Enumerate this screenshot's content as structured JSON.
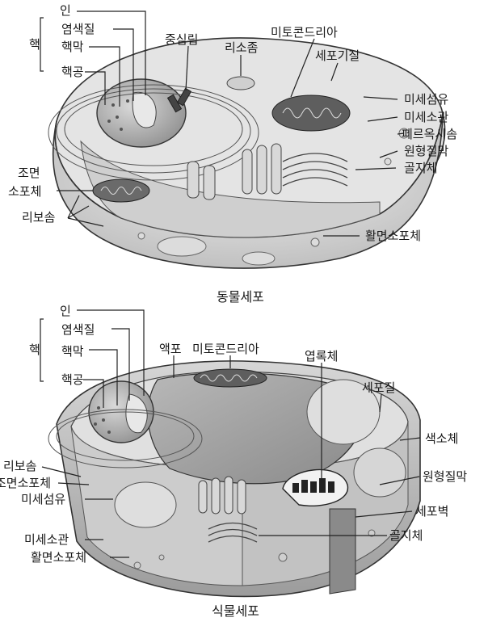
{
  "animal_cell": {
    "caption": "동물세포",
    "nucleus_group": "핵",
    "labels": {
      "nucleolus": "인",
      "chromatin": "염색질",
      "nuclear_envelope": "핵막",
      "nuclear_pore": "핵공",
      "centrosome": "중심립",
      "lysosome": "리소좀",
      "mitochondria": "미토콘드리아",
      "cytoplasmic_matrix": "세포기질",
      "microfilament": "미세섬유",
      "microtubule": "미세소관",
      "peroxisome": "페르옥시솜",
      "plasma_membrane": "원형질막",
      "golgi": "골지체",
      "rough_er_1": "조면",
      "rough_er_2": "소포체",
      "ribosome": "리보솜",
      "smooth_er": "활면소포체"
    }
  },
  "plant_cell": {
    "caption": "식물세포",
    "nucleus_group": "핵",
    "labels": {
      "nucleolus": "인",
      "chromatin": "염색질",
      "nuclear_envelope": "핵막",
      "nuclear_pore": "핵공",
      "vacuole": "액포",
      "mitochondria": "미토콘드리아",
      "chloroplast": "엽록체",
      "cytoplasm": "세포질",
      "chromoplast": "색소체",
      "ribosome": "리보솜",
      "rough_er": "조면소포체",
      "microfilament": "미세섬유",
      "plasma_membrane": "원형질막",
      "cell_wall": "세포벽",
      "microtubule": "미세소관",
      "golgi": "골지체",
      "smooth_er": "활면소포체"
    }
  }
}
